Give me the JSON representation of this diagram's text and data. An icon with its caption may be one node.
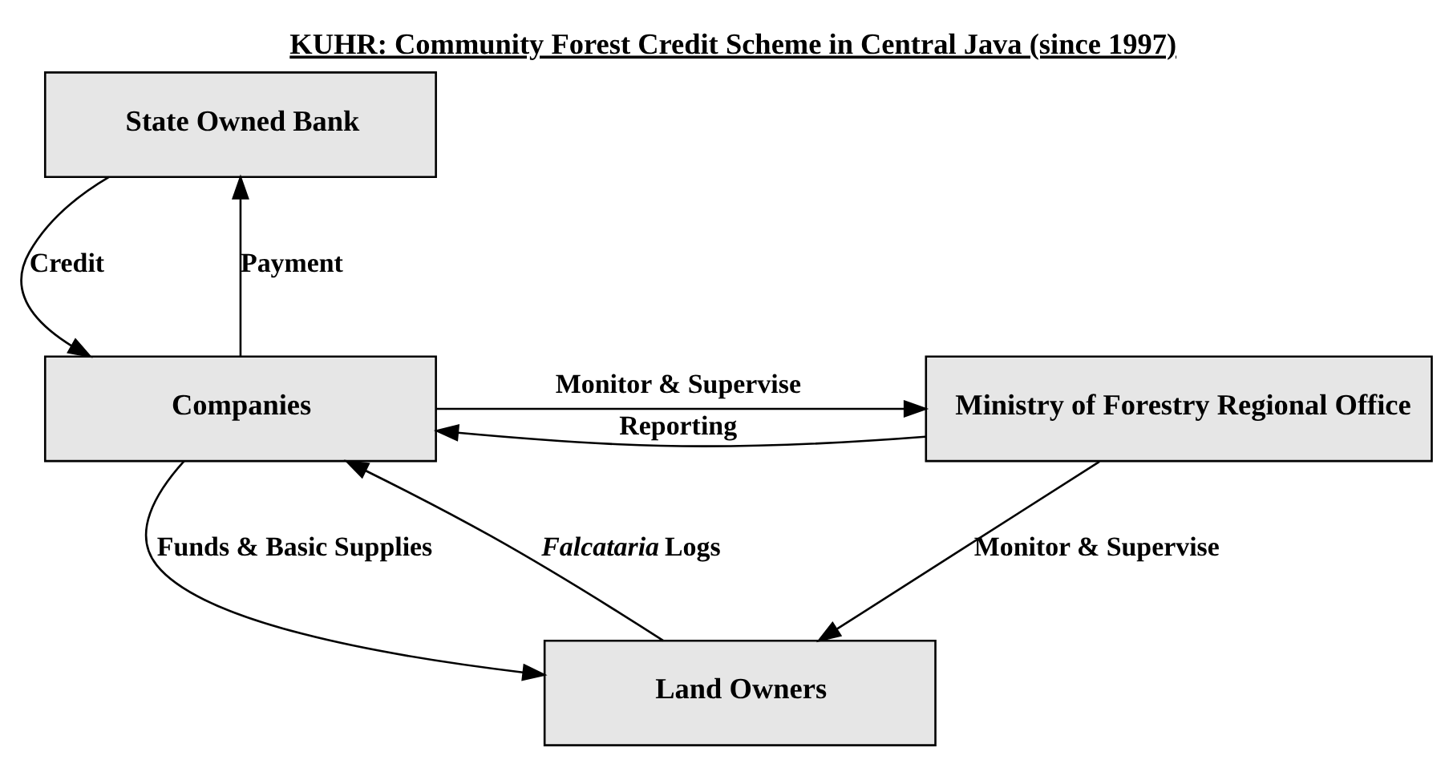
{
  "diagram": {
    "title": "KUHR: Community Forest Credit Scheme in Central Java (since 1997)",
    "nodes": [
      {
        "text": [
          "State Owned Bank"
        ]
      },
      {
        "text": [
          "Companies"
        ]
      },
      {
        "text": [
          "Ministry of Forestry Regional Office"
        ]
      },
      {
        "text": [
          "Land Owners"
        ]
      }
    ],
    "edges": [
      {
        "from": 0,
        "to": 1,
        "arrow": "to",
        "label": "Credit"
      },
      {
        "from": 1,
        "to": 0,
        "arrow": "to",
        "label": "Payment"
      },
      {
        "from": 1,
        "to": 2,
        "arrow": "to",
        "label": "Monitor & Supervise"
      },
      {
        "from": 2,
        "to": 1,
        "arrow": "to",
        "label": "Reporting"
      },
      {
        "from": 1,
        "to": 3,
        "arrow": "to",
        "label": "Funds & Basic Supplies"
      },
      {
        "from": 3,
        "to": 1,
        "arrow": "to",
        "label": "*Falcataria* Logs"
      },
      {
        "from": 2,
        "to": 3,
        "arrow": "to",
        "label": "Monitor & Supervise"
      }
    ]
  }
}
